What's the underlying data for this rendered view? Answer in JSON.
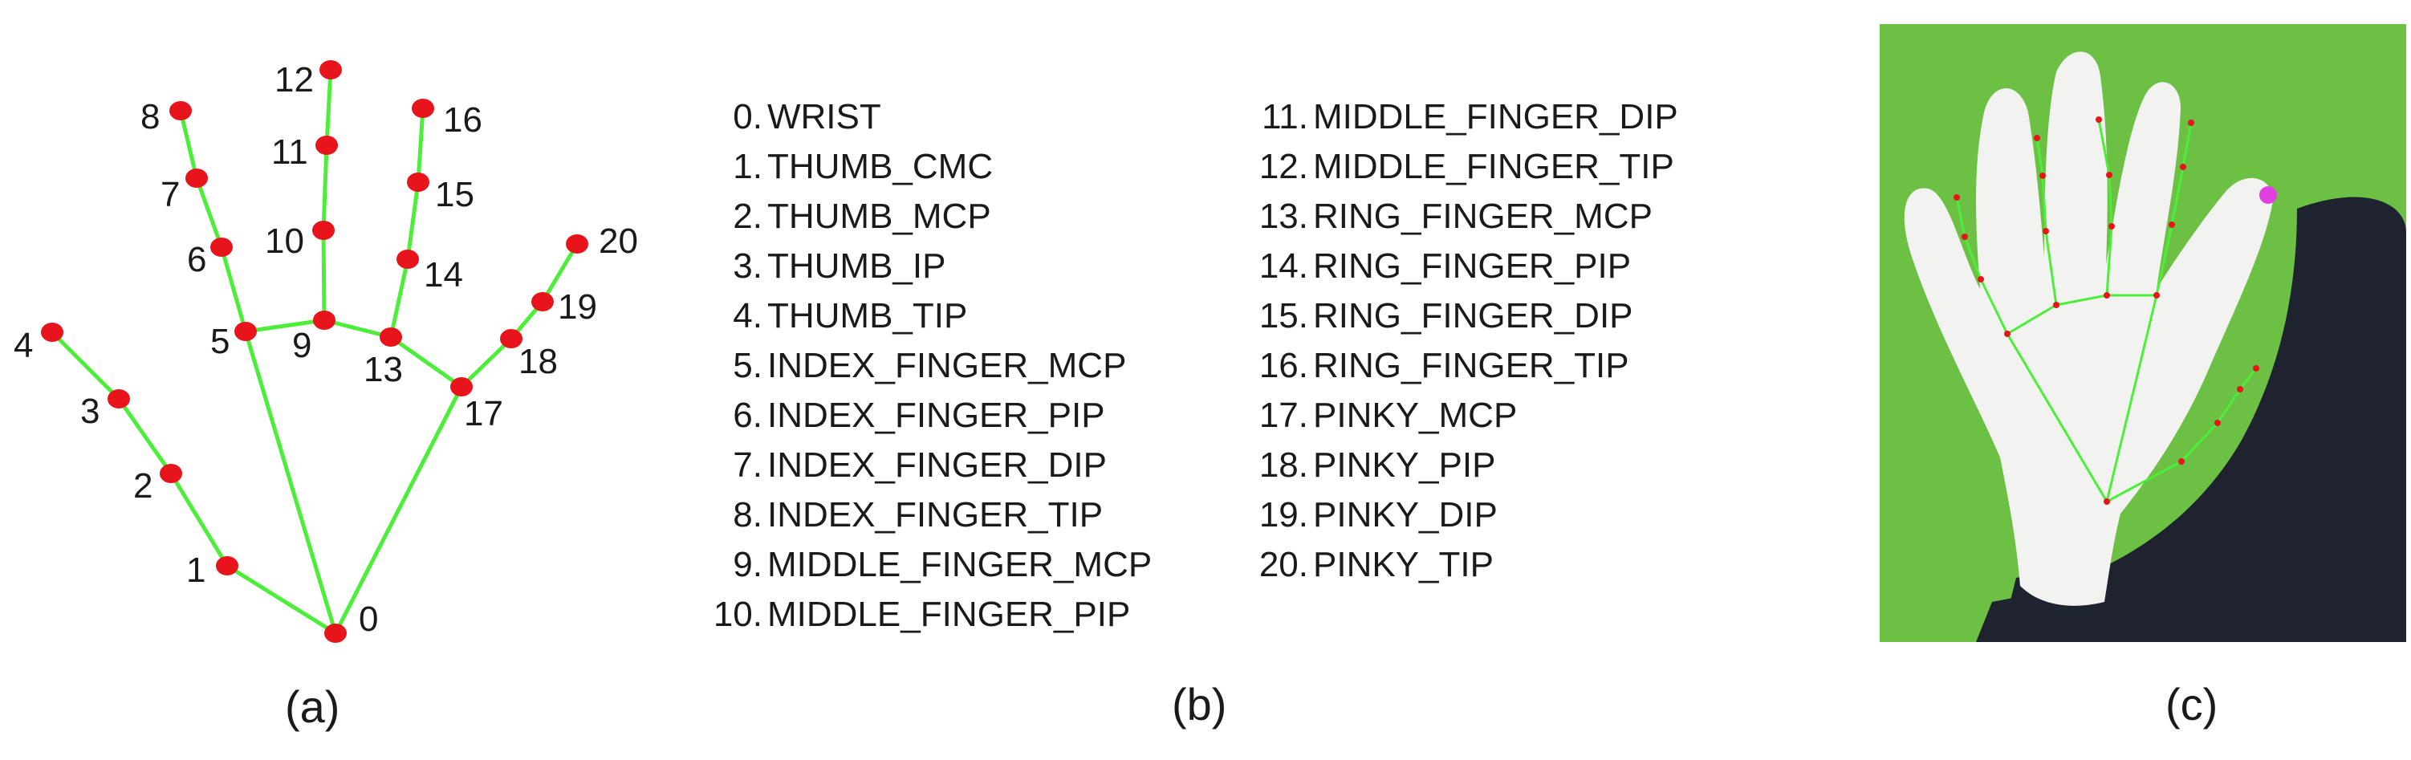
{
  "panel_a": {
    "caption": "(a)",
    "keypoint_labels": [
      "0",
      "1",
      "2",
      "3",
      "4",
      "5",
      "6",
      "7",
      "8",
      "9",
      "10",
      "11",
      "12",
      "13",
      "14",
      "15",
      "16",
      "17",
      "18",
      "19",
      "20"
    ]
  },
  "panel_b": {
    "caption": "(b)",
    "column_1": [
      {
        "num": "0.",
        "name": "WRIST"
      },
      {
        "num": "1.",
        "name": "THUMB_CMC"
      },
      {
        "num": "2.",
        "name": "THUMB_MCP"
      },
      {
        "num": "3.",
        "name": "THUMB_IP"
      },
      {
        "num": "4.",
        "name": "THUMB_TIP"
      },
      {
        "num": "5.",
        "name": "INDEX_FINGER_MCP"
      },
      {
        "num": "6.",
        "name": "INDEX_FINGER_PIP"
      },
      {
        "num": "7.",
        "name": "INDEX_FINGER_DIP"
      },
      {
        "num": "8.",
        "name": "INDEX_FINGER_TIP"
      },
      {
        "num": "9.",
        "name": "MIDDLE_FINGER_MCP"
      },
      {
        "num": "10.",
        "name": "MIDDLE_FINGER_PIP"
      }
    ],
    "column_2": [
      {
        "num": "11.",
        "name": "MIDDLE_FINGER_DIP"
      },
      {
        "num": "12.",
        "name": "MIDDLE_FINGER_TIP"
      },
      {
        "num": "13.",
        "name": "RING_FINGER_MCP"
      },
      {
        "num": "14.",
        "name": "RING_FINGER_PIP"
      },
      {
        "num": "15.",
        "name": "RING_FINGER_DIP"
      },
      {
        "num": "16.",
        "name": "RING_FINGER_TIP"
      },
      {
        "num": "17.",
        "name": "PINKY_MCP"
      },
      {
        "num": "18.",
        "name": "PINKY_PIP"
      },
      {
        "num": "19.",
        "name": "PINKY_DIP"
      },
      {
        "num": "20.",
        "name": "PINKY_TIP"
      }
    ]
  },
  "panel_c": {
    "caption": "(c)"
  },
  "colors": {
    "keypoint": "#e8141b",
    "connection": "#4cee3a",
    "photo_background": "#6cc043",
    "glove": "#f2f2f0",
    "sleeve": "#1f2330",
    "highlight_point": "#e040e0"
  }
}
